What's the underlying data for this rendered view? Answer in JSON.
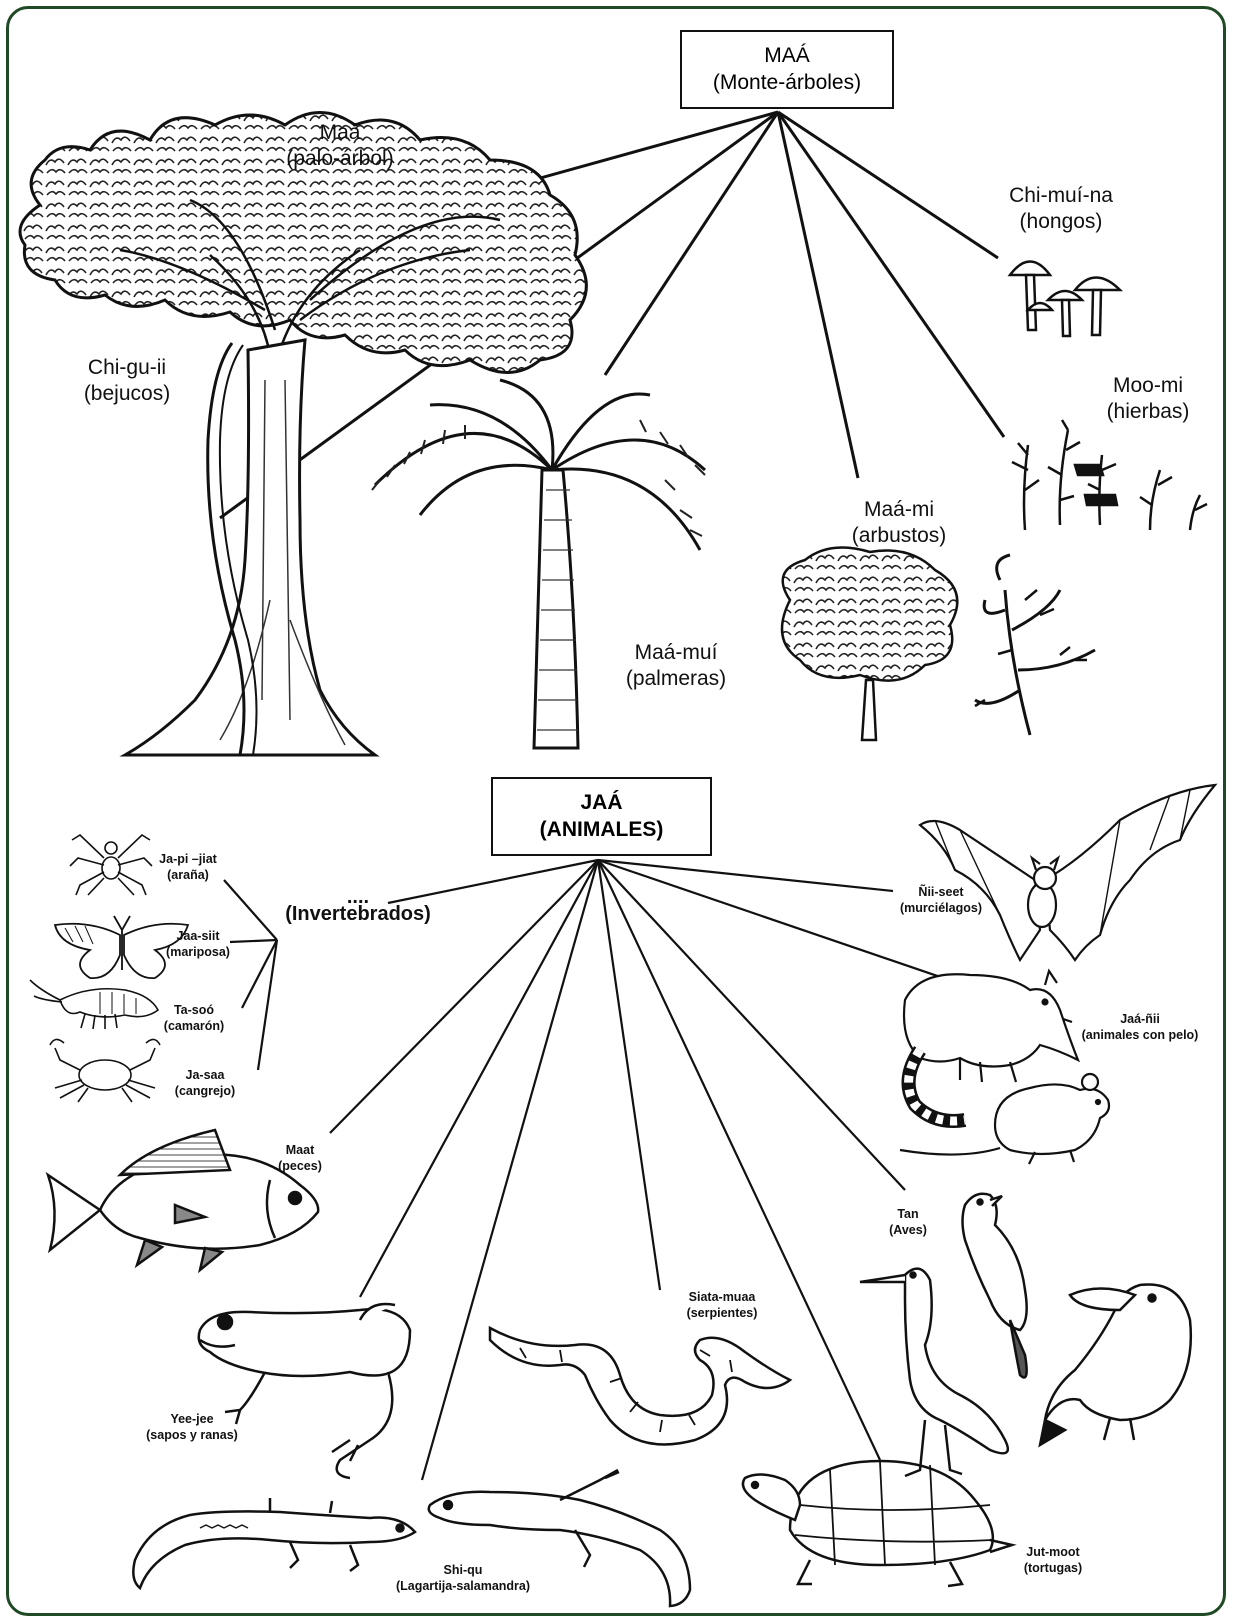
{
  "colors": {
    "frame": "#1f4a25",
    "ink": "#111111",
    "fill": "#ffffff"
  },
  "plants": {
    "root": {
      "name": "MAÁ",
      "meaning": "(Monte-árboles)"
    },
    "tree": {
      "name": "Maá",
      "meaning": "(palo-árbol)"
    },
    "vines": {
      "name": "Chi-gu-ii",
      "meaning": "(bejucos)"
    },
    "palms": {
      "name": "Maá-muí",
      "meaning": "(palmeras)"
    },
    "shrubs": {
      "name": "Maá-mi",
      "meaning": "(arbustos)"
    },
    "fungi": {
      "name": "Chi-muí-na",
      "meaning": "(hongos)"
    },
    "herbs": {
      "name": "Moo-mi",
      "meaning": "(hierbas)"
    }
  },
  "animals": {
    "root": {
      "name": "JAÁ",
      "meaning": "(ANIMALES)"
    },
    "invertebrates": {
      "dots": "....",
      "meaning": "(Invertebrados)"
    },
    "spider": {
      "name": "Ja-pi –jiat",
      "meaning": "(araña)"
    },
    "butterfly": {
      "name": "Jaa-siit",
      "meaning": "(mariposa)"
    },
    "shrimp": {
      "name": "Ta-soó",
      "meaning": "(camarón)"
    },
    "crab": {
      "name": "Ja-saa",
      "meaning": "(cangrejo)"
    },
    "bats": {
      "name": "Ñii-seet",
      "meaning": "(murciélagos)"
    },
    "mammals": {
      "name": "Jaá-ñii",
      "meaning": "(animales con pelo)"
    },
    "fish": {
      "name": "Maat",
      "meaning": "(peces)"
    },
    "birds": {
      "name": "Tan",
      "meaning": "(Aves)"
    },
    "snakes": {
      "name": "Siata-muaa",
      "meaning": "(serpientes)"
    },
    "frogs": {
      "name": "Yee-jee",
      "meaning": "(sapos y ranas)"
    },
    "lizards": {
      "name": "Shi-qu",
      "meaning": "(Lagartija-salamandra)"
    },
    "turtles": {
      "name": "Jut-moot",
      "meaning": "(tortugas)"
    }
  },
  "icons": [
    "tree-icon",
    "palm-icon",
    "vine-icon",
    "shrub-icon",
    "mushroom-icon",
    "herb-icon",
    "spider-icon",
    "butterfly-icon",
    "shrimp-icon",
    "crab-icon",
    "bat-icon",
    "coati-icon",
    "rat-icon",
    "fish-icon",
    "frog-icon",
    "snake-icon",
    "salamander-icon",
    "lizard-icon",
    "turtle-icon",
    "heron-icon",
    "bird-icon",
    "toucan-icon"
  ]
}
